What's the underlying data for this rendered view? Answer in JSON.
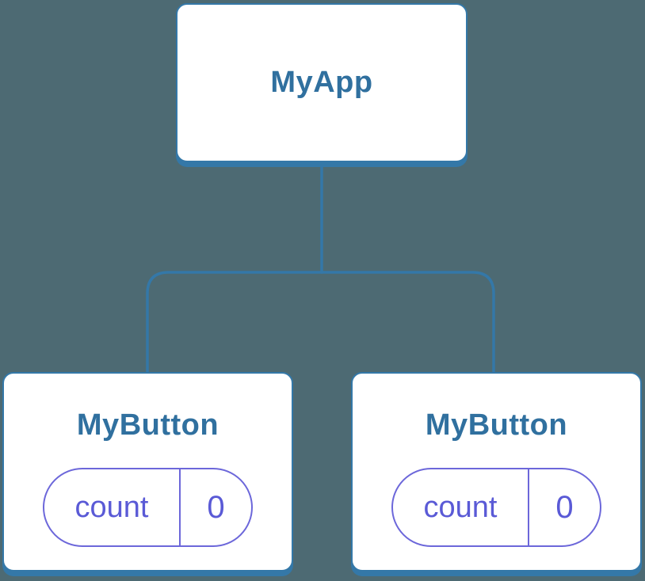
{
  "colors": {
    "background": "#4D6A73",
    "node_bg": "#FFFFFF",
    "node_border": "#3478A8",
    "node_text": "#30709F",
    "connector": "#3478A8",
    "state_border": "#6C67DA",
    "state_text": "#5A5AD6"
  },
  "tree": {
    "root": {
      "label": "MyApp"
    },
    "children": [
      {
        "label": "MyButton",
        "state": {
          "key": "count",
          "value": "0"
        }
      },
      {
        "label": "MyButton",
        "state": {
          "key": "count",
          "value": "0"
        }
      }
    ]
  }
}
